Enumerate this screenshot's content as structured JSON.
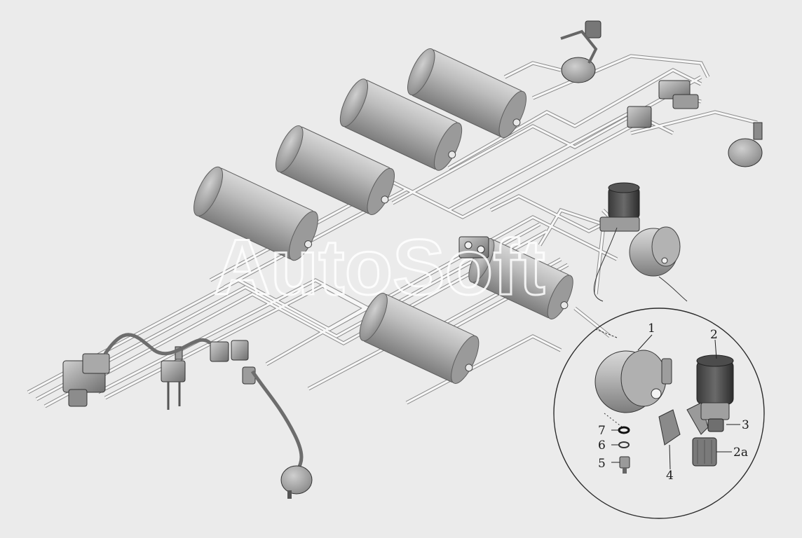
{
  "watermark": "AutoSoft",
  "callouts": {
    "c1": "1",
    "c2": "2",
    "c3": "3",
    "c2a": "2a",
    "c4": "4",
    "c5": "5",
    "c6": "6",
    "c7": "7"
  }
}
